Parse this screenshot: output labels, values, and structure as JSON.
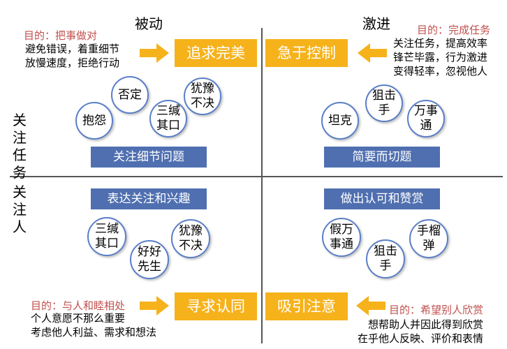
{
  "axes": {
    "passive": "被动",
    "aggressive": "激进",
    "focus_task": "关注任务",
    "focus_people": "关注人"
  },
  "quadrants": {
    "top_left": {
      "goal": "目的：把事做对",
      "desc_lines": [
        "避免错误，着重细节",
        "放慢速度，拒绝行动"
      ],
      "style": "追求完美",
      "label": "关注细节问题",
      "circles": [
        "否定",
        "抱怨",
        "三缄其口",
        "犹豫不决"
      ]
    },
    "top_right": {
      "goal": "目的：完成任务",
      "desc_lines": [
        "关注任务，提高效率",
        "锋芒毕露，行为激进",
        "变得轻率，忽视他人"
      ],
      "style": "急于控制",
      "label": "简要而切题",
      "circles": [
        "坦克",
        "狙击手",
        "万事通"
      ]
    },
    "bottom_left": {
      "goal": "目的：与人和睦相处",
      "desc_lines": [
        "个人意愿不那么重要",
        "考虑他人利益、需求和想法"
      ],
      "style": "寻求认同",
      "label": "表达关注和兴趣",
      "circles": [
        "三缄其口",
        "好好先生",
        "犹豫不决"
      ]
    },
    "bottom_right": {
      "goal": "目的：希望别人欣赏",
      "desc_lines": [
        "想帮助人并因此得到欣赏",
        "在乎他人反映、评价和表情"
      ],
      "style": "吸引注意",
      "label": "做出认可和赞赏",
      "circles": [
        "假万事通",
        "狙击手",
        "手榴弹"
      ]
    }
  },
  "colors": {
    "orange": "#f6b21a",
    "blue": "#4f6fb0",
    "goal_red": "#c0504d",
    "circle_border": "#5b7fc7"
  }
}
